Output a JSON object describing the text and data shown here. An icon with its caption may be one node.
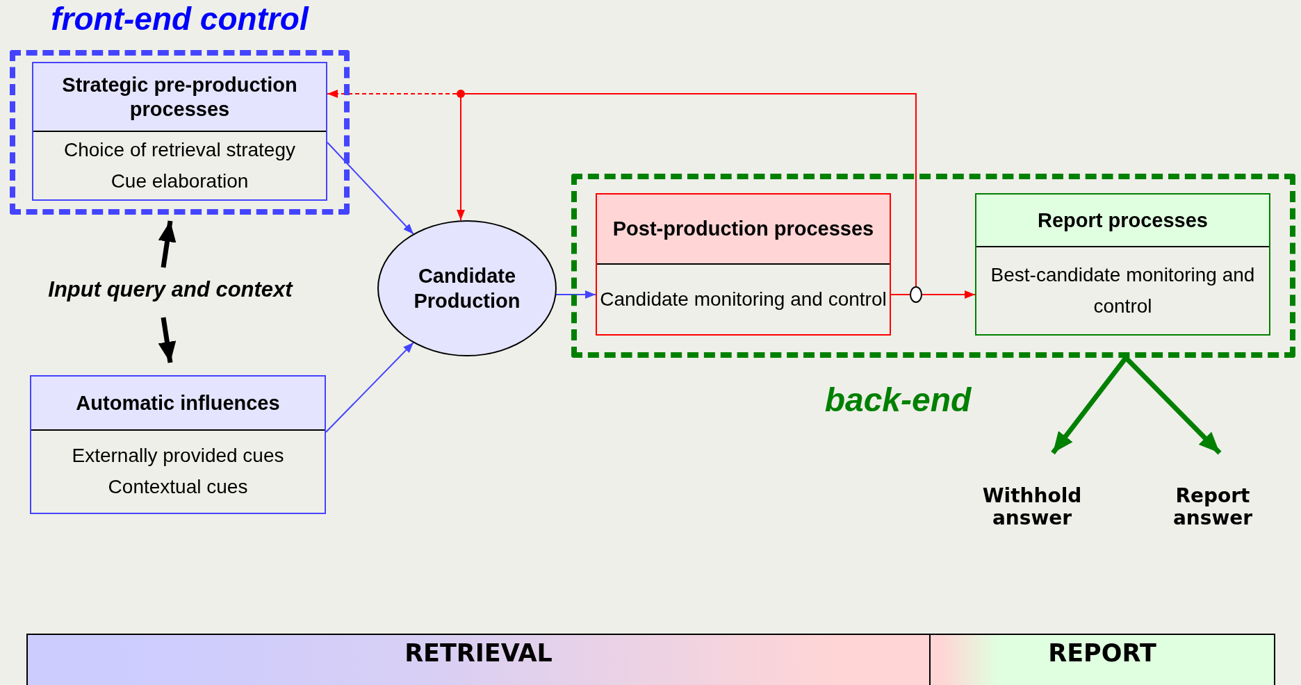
{
  "diagram": {
    "nodes": [
      {
        "text": [
          "front-end control"
        ]
      },
      {
        "text": [
          "Strategic pre-production processes",
          "Choice of retrieval strategy",
          "Cue elaboration"
        ],
        "in": 0
      },
      {
        "text": [
          "Input query and context"
        ]
      },
      {
        "text": [
          "Automatic influences",
          "Externally provided cues",
          "Contextual cues"
        ]
      },
      {
        "text": [
          "Candidate Production"
        ]
      },
      {
        "text": [],
        "shape": "circle"
      },
      {
        "text": [
          "back-end"
        ]
      },
      {
        "text": [
          "Post-production processes",
          "Candidate monitoring and control"
        ],
        "in": 6
      },
      {
        "text": [],
        "shape": "circle",
        "in": 6
      },
      {
        "text": [
          "Report processes",
          "Best-candidate monitoring and control"
        ],
        "in": 6
      },
      {
        "text": [
          "Withhold answer"
        ]
      },
      {
        "text": [
          "Report answer"
        ]
      },
      {
        "text": [
          "RETRIEVAL"
        ]
      },
      {
        "text": [
          "REPORT"
        ]
      }
    ],
    "edges": [
      {
        "from": 5,
        "to": 1,
        "arrow": "to",
        "style": "dashed"
      },
      {
        "from": 5,
        "to": 4,
        "arrow": "to"
      },
      {
        "from": 8,
        "to": 5,
        "arrow": "none"
      },
      {
        "from": 7,
        "to": 8,
        "arrow": "none"
      },
      {
        "from": 8,
        "to": 9,
        "arrow": "to"
      },
      {
        "from": 1,
        "to": 4,
        "arrow": "to",
        "color": "#4444ff"
      },
      {
        "from": 3,
        "to": 4,
        "arrow": "to",
        "color": "#4444ff"
      },
      {
        "from": 4,
        "to": 7,
        "arrow": "to",
        "color": "#4444ff"
      },
      {
        "from": 2,
        "to": 0,
        "arrow": "to",
        "style": "thick",
        "color": "#000000"
      },
      {
        "from": 2,
        "to": 3,
        "arrow": "to",
        "style": "thick",
        "color": "#000000"
      },
      {
        "from": 6,
        "to": 10,
        "arrow": "to",
        "style": "thick",
        "color": "#008000"
      },
      {
        "from": 6,
        "to": 11,
        "arrow": "to",
        "style": "thick",
        "color": "#008000"
      }
    ]
  }
}
